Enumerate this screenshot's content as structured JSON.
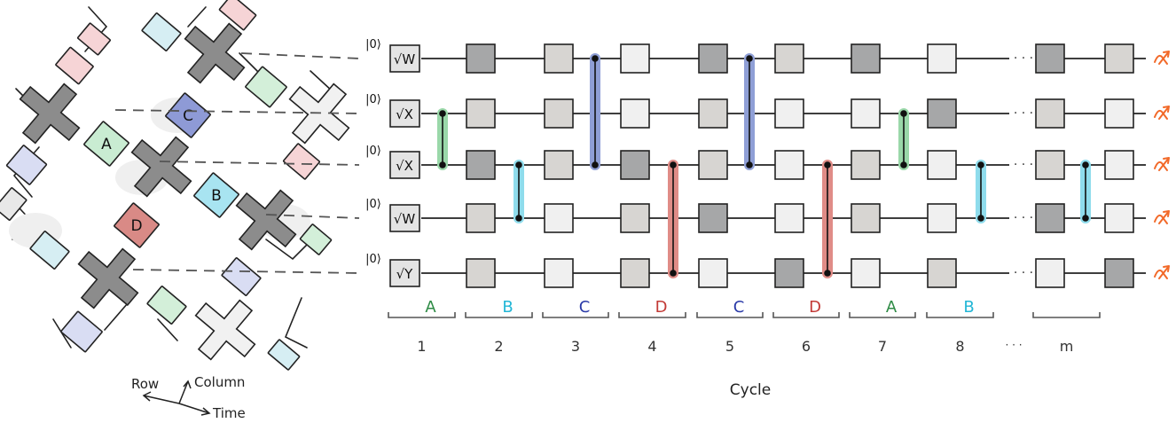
{
  "colors": {
    "wire": "#222222",
    "gate_dark": "#a6a7a8",
    "gate_mid": "#d7d5d2",
    "gate_light": "#f0f0f0",
    "gate_init": "#e4e4e4",
    "A": "#2e8b45",
    "B": "#22b6d6",
    "C": "#2a3aa8",
    "D": "#c23a36",
    "A_fill": "#c9ecd2",
    "B_fill": "#a8e4f1",
    "C_fill": "#8e9ad6",
    "D_fill": "#d98a86",
    "C_bar": "#8f9fd6",
    "D_bar": "#e08c87",
    "A_bar": "#9ad8a9",
    "B_bar": "#8fdcec",
    "measure": "#f26a2a",
    "cross": "#8c8c8c",
    "tile_pink": "#f6d4d6",
    "tile_cyan": "#d6eef3",
    "tile_green": "#d3efd9",
    "tile_lavender": "#d9ddf3"
  },
  "lattice": {
    "labels": {
      "A": "A",
      "B": "B",
      "C": "C",
      "D": "D"
    }
  },
  "axes_legend": {
    "row": "Row",
    "column": "Column",
    "time": "Time"
  },
  "circuit": {
    "ket_label": "|0⟩",
    "init_gates": [
      "√W",
      "√X",
      "√X",
      "√W",
      "√Y"
    ],
    "gate_shades": [
      [
        "dark",
        "mid",
        "light",
        "dark",
        "mid",
        "dark",
        "light",
        "dark",
        "mid"
      ],
      [
        "mid",
        "mid",
        "light",
        "mid",
        "light",
        "light",
        "dark",
        "mid",
        "light"
      ],
      [
        "dark",
        "mid",
        "dark",
        "mid",
        "light",
        "mid",
        "light",
        "mid",
        "light"
      ],
      [
        "mid",
        "light",
        "mid",
        "dark",
        "light",
        "mid",
        "light",
        "dark",
        "light"
      ],
      [
        "mid",
        "light",
        "mid",
        "light",
        "dark",
        "light",
        "mid",
        "light",
        "dark"
      ]
    ],
    "ellipsis": "· · ·",
    "cycle_letters": [
      "A",
      "B",
      "C",
      "D",
      "C",
      "D",
      "A",
      "B"
    ],
    "cycle_numbers": [
      "1",
      "2",
      "3",
      "4",
      "5",
      "6",
      "7",
      "8",
      "m"
    ],
    "numbers_ellipsis": "· · ·",
    "xlabel": "Cycle"
  }
}
